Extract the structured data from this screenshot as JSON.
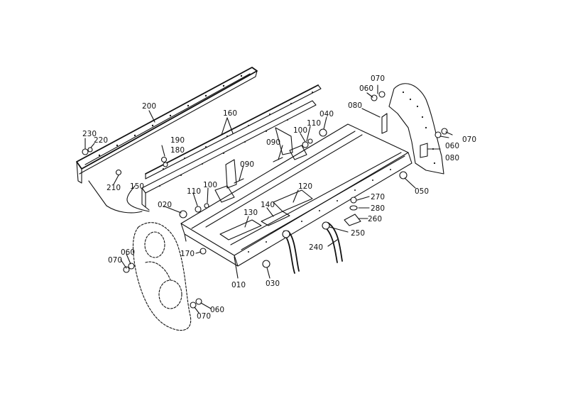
{
  "labels": {
    "p070_top": "070",
    "p060_top": "060",
    "p080_top": "080",
    "p200": "200",
    "p160": "160",
    "p040": "040",
    "p110_a": "110",
    "p100_a": "100",
    "p230": "230",
    "p220": "220",
    "p190": "190",
    "p180": "180",
    "p090_a": "090",
    "p090_b": "090",
    "p210": "210",
    "p150": "150",
    "p110_b": "110",
    "p100_b": "100",
    "p120": "120",
    "p140": "140",
    "p130": "130",
    "p020": "020",
    "p060_right": "060",
    "p070_right": "070",
    "p080_right": "080",
    "p050": "050",
    "p270": "270",
    "p280": "280",
    "p260": "260",
    "p250": "250",
    "p240": "240",
    "p170": "170",
    "p060_left": "060",
    "p070_left": "070",
    "p010": "010",
    "p030": "030",
    "p060_bottom": "060",
    "p070_bottom": "070"
  }
}
